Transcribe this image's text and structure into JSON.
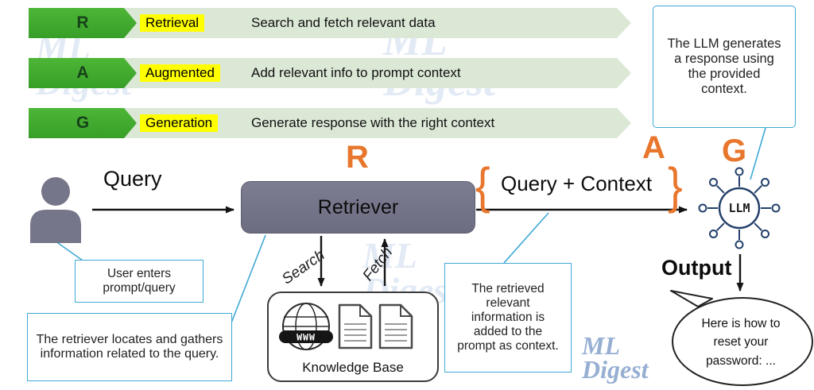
{
  "banners": [
    {
      "letter": "R",
      "keyword": "Retrieval",
      "description": "Search and fetch relevant data"
    },
    {
      "letter": "A",
      "keyword": "Augmented",
      "description": "Add relevant info to prompt context"
    },
    {
      "letter": "G",
      "keyword": "Generation",
      "description": "Generate response with the right context"
    }
  ],
  "stages": {
    "r": "R",
    "a": "A",
    "g": "G"
  },
  "flow": {
    "query_label": "Query",
    "retriever_label": "Retriever",
    "brace_open": "{",
    "brace_close": "}",
    "query_context_label": "Query + Context",
    "llm_label": "LLM",
    "output_label": "Output",
    "search_label": "Search",
    "fetch_label": "Fetch",
    "knowledge_base_label": "Knowledge Base",
    "www_label": "WWW",
    "speech_bubble_text": "Here is how to reset your password: ..."
  },
  "callouts": {
    "user": "User enters prompt/query",
    "retriever": "The retriever locates and gathers information related to the query.",
    "context": "The retrieved relevant information is added to the prompt as context.",
    "llm": "The LLM generates a response using the provided context."
  },
  "watermark": {
    "line1": "ML",
    "line2": "Digest"
  },
  "colors": {
    "chevron_green": "#3ea72e",
    "banner_light_green": "#dce8d6",
    "keyword_highlight": "#ffff00",
    "stage_orange": "#e8762d",
    "retriever_gray": "#75758c",
    "callout_border_blue": "#3fa9d5",
    "llm_icon_navy": "#24406b"
  }
}
